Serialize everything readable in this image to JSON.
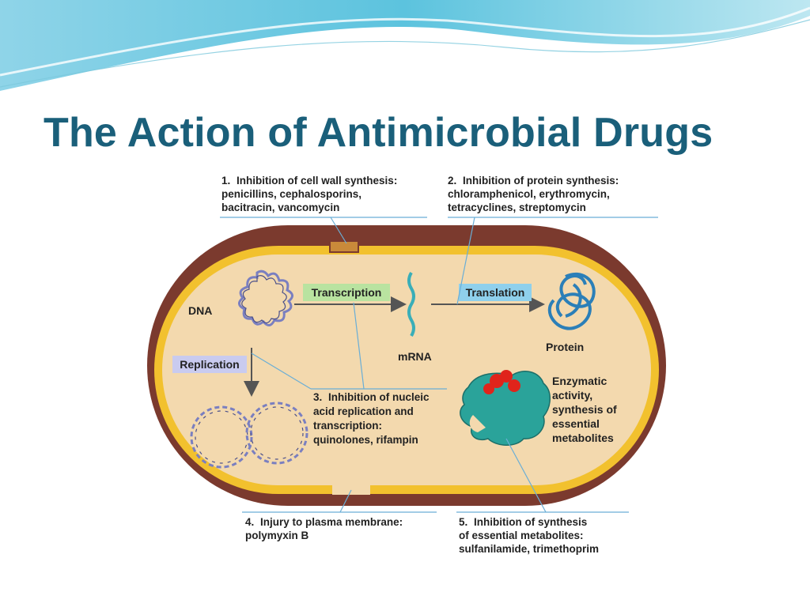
{
  "slide": {
    "title": "The Action of Antimicrobial Drugs"
  },
  "figure": {
    "captions": [
      {
        "num": "1.",
        "lines": [
          "Inhibition of cell wall synthesis:",
          "penicillins, cephalosporins,",
          "bacitracin, vancomycin"
        ]
      },
      {
        "num": "2.",
        "lines": [
          "Inhibition of protein synthesis:",
          "chloramphenicol, erythromycin,",
          "tetracyclines, streptomycin"
        ]
      },
      {
        "num": "3.",
        "lines": [
          "Inhibition of nucleic",
          "acid replication and",
          "transcription:",
          "quinolones, rifampin"
        ]
      },
      {
        "num": "4.",
        "lines": [
          "Injury to plasma membrane:",
          "polymyxin B"
        ]
      },
      {
        "num": "5.",
        "lines": [
          "Inhibition of synthesis",
          "of essential metabolites:",
          "sulfanilamide, trimethoprim"
        ]
      }
    ],
    "labels": {
      "dna": "DNA",
      "mrna": "mRNA",
      "protein": "Protein",
      "enzyme": [
        "Enzymatic",
        "activity,",
        "synthesis of",
        "essential",
        "metabolites"
      ]
    },
    "tags": {
      "transcription": "Transcription",
      "translation": "Translation",
      "replication": "Replication"
    },
    "colors": {
      "title": "#1a5f7a",
      "cell_wall": "#7b3a2e",
      "membrane": "#f2c12e",
      "cytoplasm": "#f3d9ae",
      "transcription_tag": "#b9e3a0",
      "translation_tag": "#8fd0ec",
      "replication_tag": "#c9cbef",
      "enzyme": "#2aa39a",
      "enzyme_substrate": "#e0241b"
    }
  }
}
